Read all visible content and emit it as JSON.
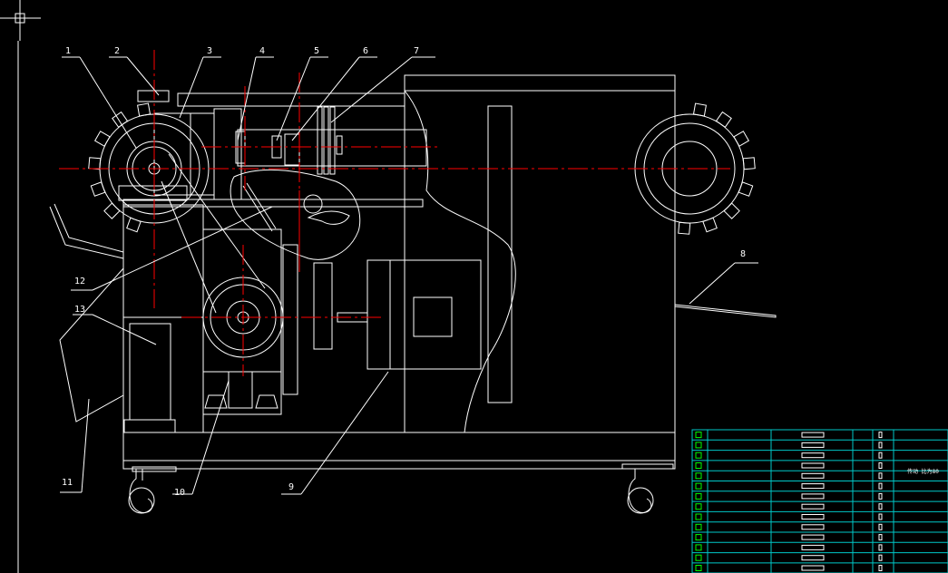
{
  "drawing": {
    "part_labels": [
      "1",
      "2",
      "3",
      "4",
      "5",
      "6",
      "7",
      "8",
      "9",
      "10",
      "11",
      "12",
      "13"
    ],
    "title_block_note": "传动 比为80"
  },
  "colors": {
    "background": "#000000",
    "line": "#ffffff",
    "centerline": "#ff0000",
    "table_grid": "#00c8c8",
    "table_marker": "#00ff00"
  }
}
